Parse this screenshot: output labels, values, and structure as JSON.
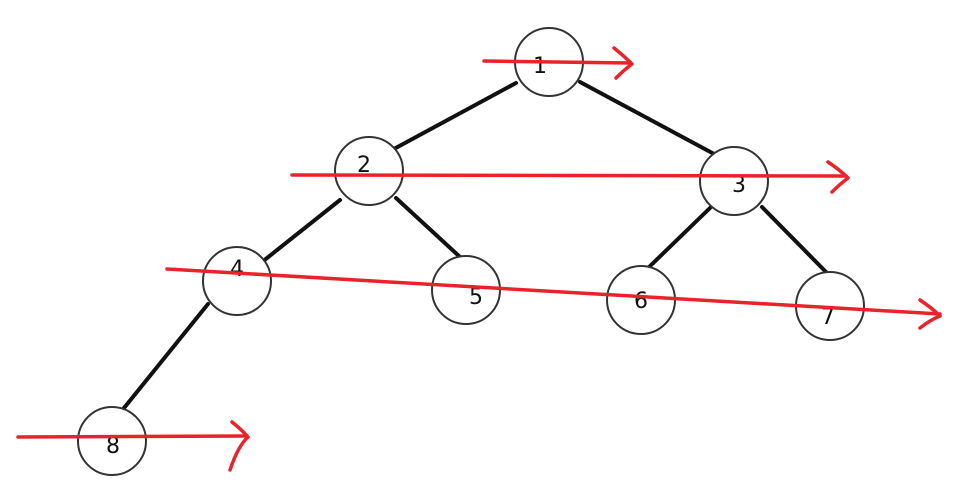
{
  "tree": {
    "nodes": [
      {
        "id": "n1",
        "label": "1"
      },
      {
        "id": "n2",
        "label": "2"
      },
      {
        "id": "n3",
        "label": "3"
      },
      {
        "id": "n4",
        "label": "4"
      },
      {
        "id": "n5",
        "label": "5"
      },
      {
        "id": "n6",
        "label": "6"
      },
      {
        "id": "n7",
        "label": "7"
      },
      {
        "id": "n8",
        "label": "8"
      }
    ],
    "edges": [
      {
        "from": "n1",
        "to": "n2"
      },
      {
        "from": "n1",
        "to": "n3"
      },
      {
        "from": "n2",
        "to": "n4"
      },
      {
        "from": "n2",
        "to": "n5"
      },
      {
        "from": "n3",
        "to": "n6"
      },
      {
        "from": "n3",
        "to": "n7"
      },
      {
        "from": "n4",
        "to": "n8"
      }
    ],
    "level_sweeps": [
      {
        "level": 1
      },
      {
        "level": 2
      },
      {
        "level": 3
      },
      {
        "level": 4
      }
    ],
    "colors": {
      "sweep": "#e8232a",
      "edge": "#111111",
      "node_stroke": "#333333"
    }
  }
}
